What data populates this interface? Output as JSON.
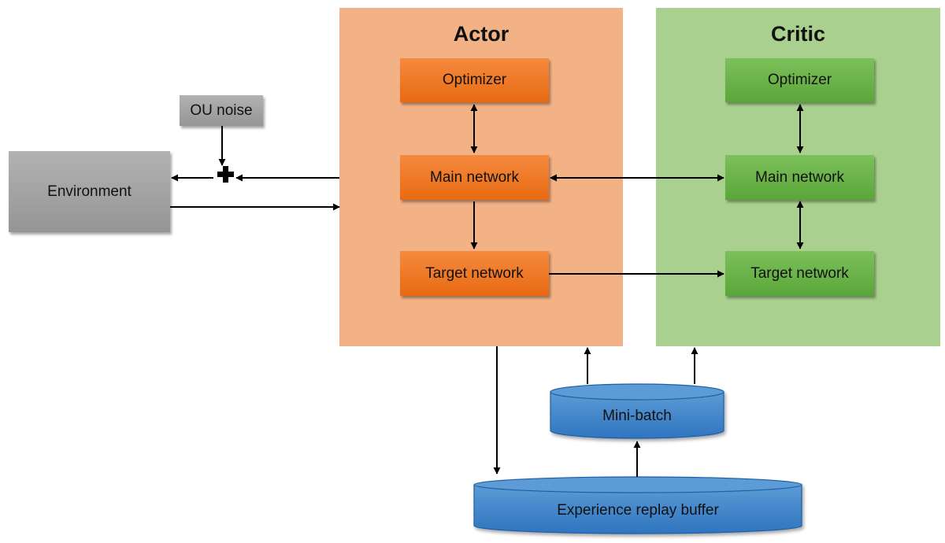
{
  "panels": {
    "actor": {
      "title": "Actor"
    },
    "critic": {
      "title": "Critic"
    }
  },
  "nodes": {
    "environment": "Environment",
    "ou_noise": "OU noise",
    "actor_optimizer": "Optimizer",
    "actor_main_network": "Main network",
    "actor_target_network": "Target network",
    "critic_optimizer": "Optimizer",
    "critic_main_network": "Main network",
    "critic_target_network": "Target network",
    "mini_batch": "Mini-batch",
    "experience_replay_buffer": "Experience replay buffer"
  },
  "colors": {
    "actor_panel": "#f3b286",
    "critic_panel": "#a9d08e",
    "actor_node": "#ed7522",
    "critic_node": "#6bb349",
    "gray_node": "#a6a6a6",
    "cylinder": "#4a90d9",
    "edge": "#000000"
  }
}
